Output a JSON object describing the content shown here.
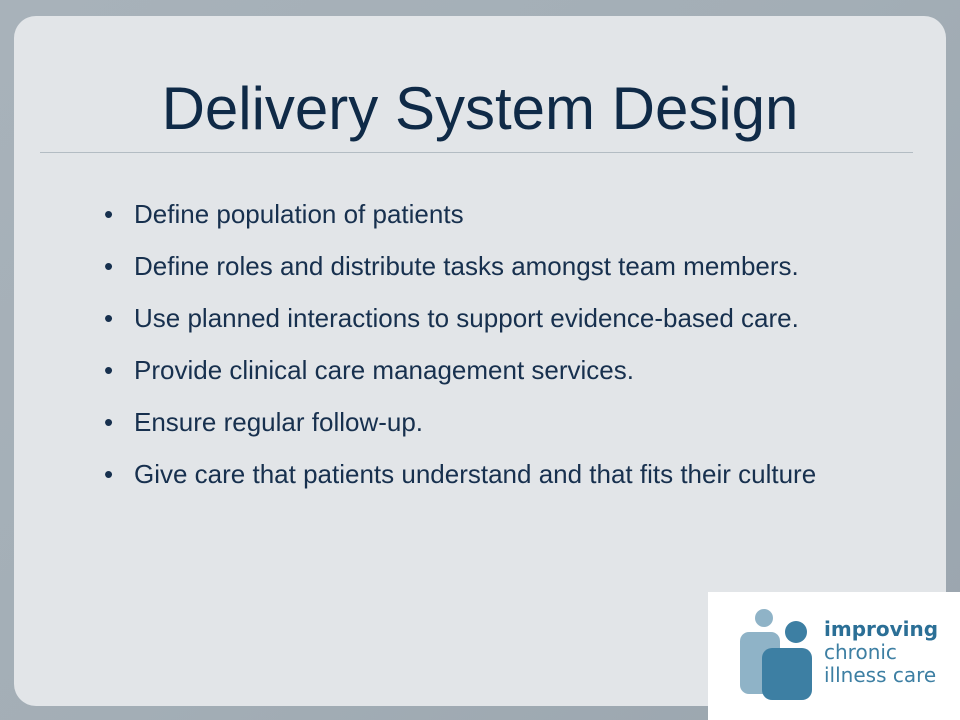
{
  "slide": {
    "title": "Delivery System Design",
    "bullets": [
      "Define population of patients",
      "Define roles and distribute tasks amongst team members.",
      "Use planned interactions to support evidence-based care.",
      "Provide clinical care management services.",
      "Ensure regular follow-up.",
      "Give care that patients understand and that fits their culture"
    ],
    "bullet_symbol": "•"
  },
  "logo": {
    "line1": "improving",
    "line2": "chronic",
    "line3": "illness care",
    "icon": "people-figures-logo-icon"
  },
  "colors": {
    "title": "#0f2a47",
    "text": "#17304e",
    "panel": "#e2e5e8",
    "background": "#a3aeb6",
    "logo_blue": "#3d7fa3",
    "logo_light": "#8fb3c7"
  }
}
